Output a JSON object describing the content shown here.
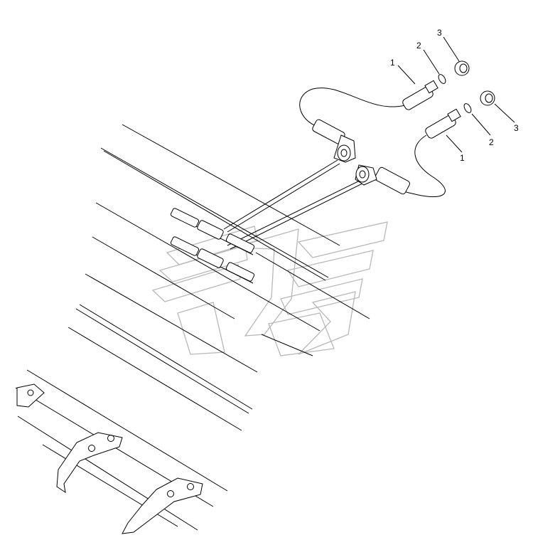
{
  "diagram": {
    "callouts": [
      {
        "id": "c1a",
        "label": "1"
      },
      {
        "id": "c2a",
        "label": "2"
      },
      {
        "id": "c3a",
        "label": "3"
      },
      {
        "id": "c1b",
        "label": "1"
      },
      {
        "id": "c2b",
        "label": "2"
      },
      {
        "id": "c3b",
        "label": "3"
      }
    ]
  }
}
